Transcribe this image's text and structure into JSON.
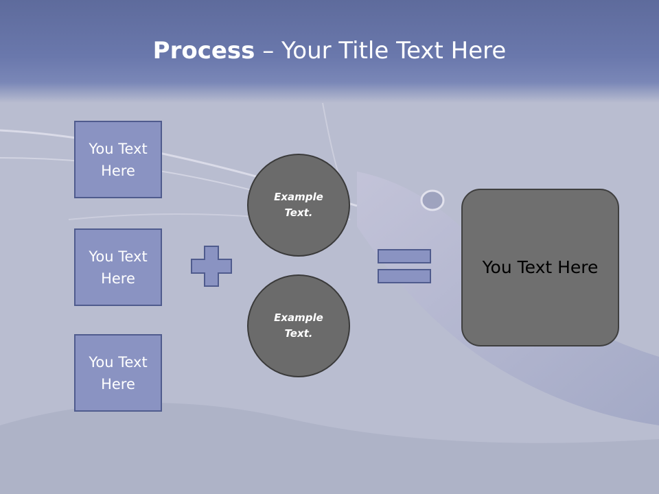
{
  "title": {
    "bold": "Process",
    "separator": " – ",
    "rest": "Your Title Text Here"
  },
  "boxes": [
    {
      "label": "You Text Here"
    },
    {
      "label": "You Text Here"
    },
    {
      "label": "You Text Here"
    }
  ],
  "circles": [
    {
      "label": "Example Text."
    },
    {
      "label": "Example Text."
    }
  ],
  "result": {
    "label": "You Text Here"
  },
  "colors": {
    "title_band": "#6a78ac",
    "box_fill": "#8a93c2",
    "box_border": "#4f5b8d",
    "circle_fill": "#6b6b6b",
    "result_fill": "#6f6f6f",
    "operator_fill": "#8a93c2"
  },
  "icons": {
    "operator_1": "plus-icon",
    "operator_2": "equals-icon"
  }
}
